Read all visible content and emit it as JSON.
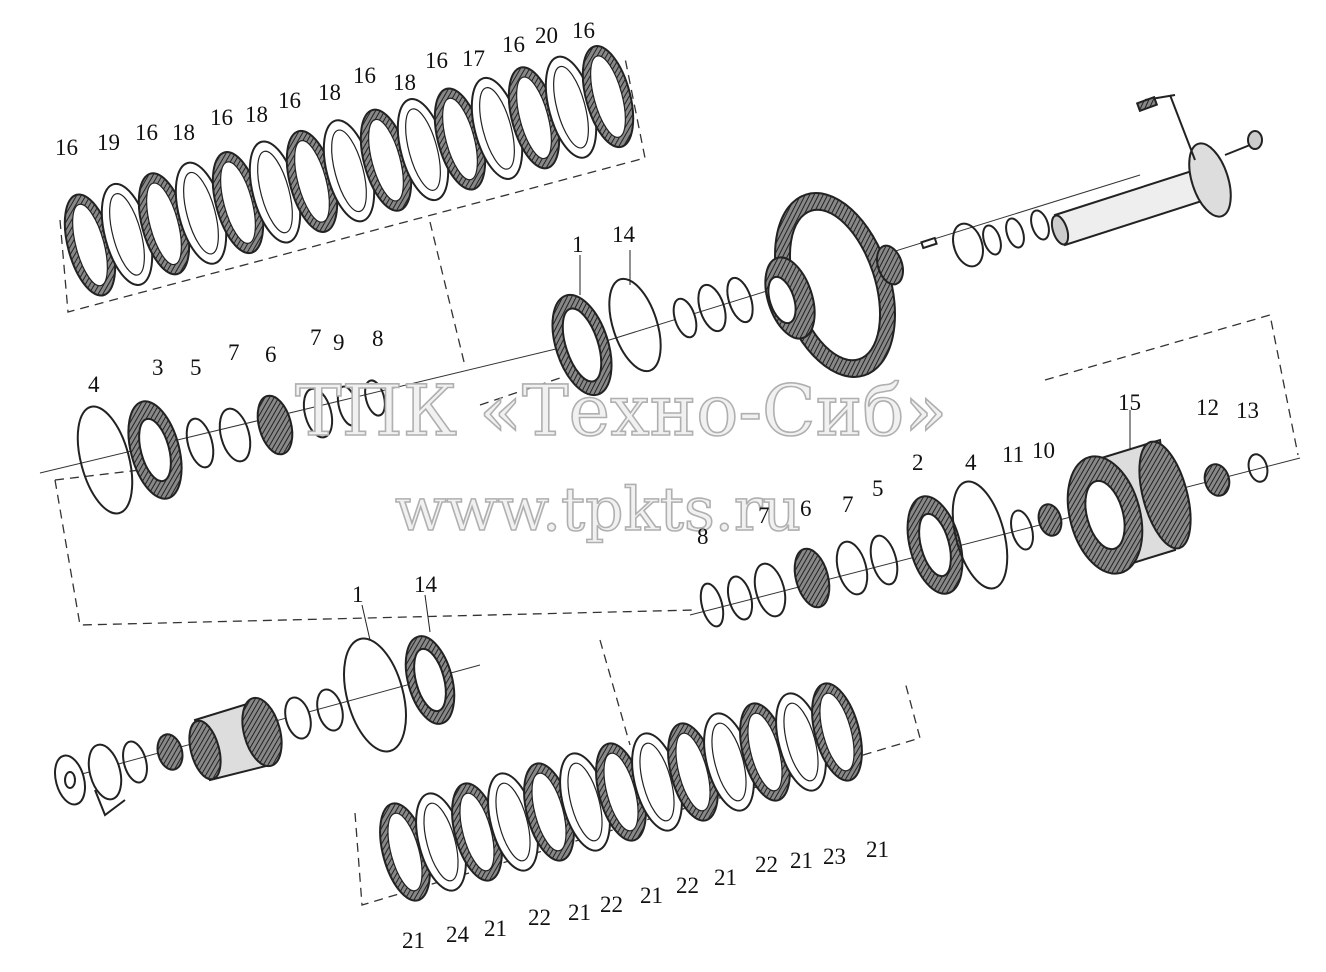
{
  "watermark": {
    "line1": "ТПК «Техно-Сиб»",
    "line2": "www.tpkts.ru"
  },
  "callouts": {
    "top_pack": [
      "16",
      "19",
      "16",
      "18",
      "16",
      "18",
      "16",
      "18",
      "16",
      "18",
      "16",
      "17",
      "16",
      "20",
      "16"
    ],
    "mid_left": [
      "4",
      "3",
      "5",
      "7",
      "6",
      "7",
      "9",
      "8"
    ],
    "upper_small": [
      "1",
      "14"
    ],
    "mid_right": [
      "15",
      "12",
      "13",
      "2",
      "4",
      "11",
      "10",
      "5",
      "7",
      "6",
      "7",
      "8"
    ],
    "lower_small": [
      "1",
      "14"
    ],
    "bottom_pack": [
      "21",
      "24",
      "21",
      "22",
      "21",
      "22",
      "21",
      "22",
      "21",
      "22",
      "21",
      "23",
      "21"
    ]
  },
  "colors": {
    "line": "#222222",
    "dash": "#333333"
  }
}
